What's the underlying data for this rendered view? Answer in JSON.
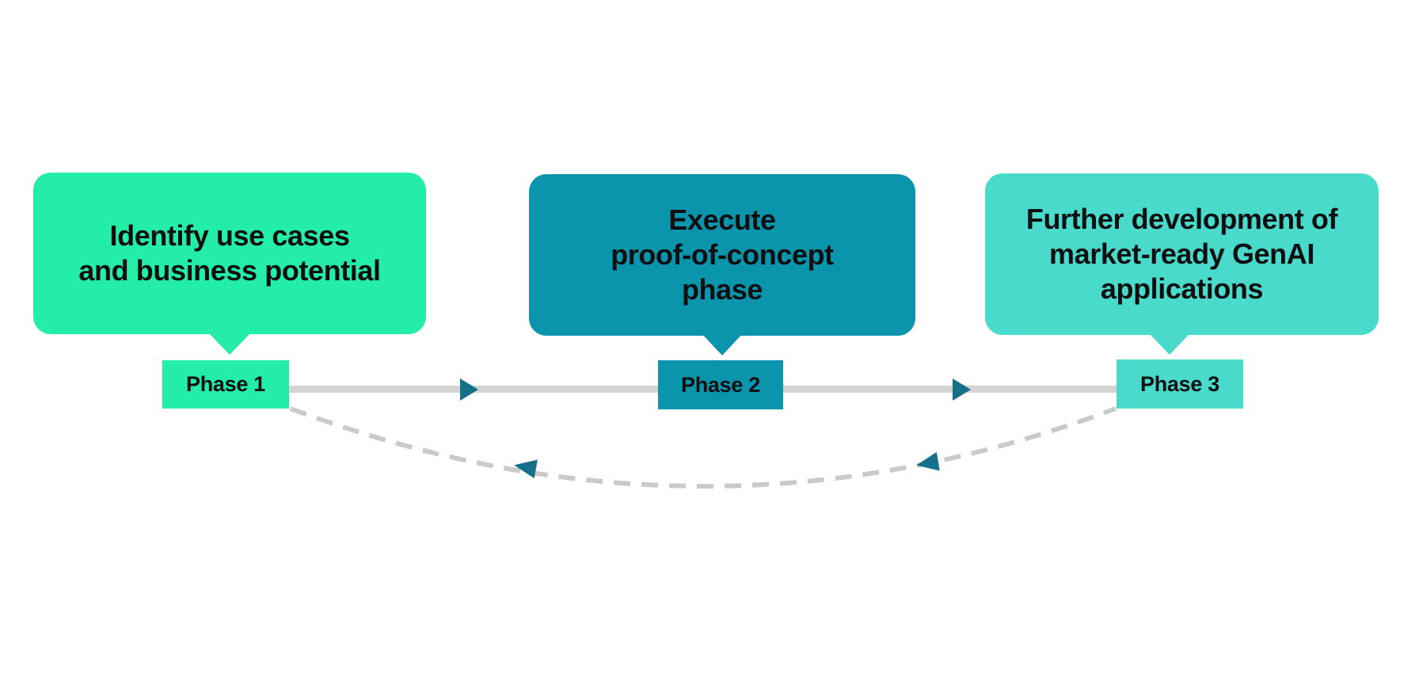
{
  "diagram": {
    "type": "phased-roadmap-timeline",
    "phases": [
      {
        "label": "Phase 1",
        "bubble_lines": [
          "Identify use cases",
          "and business potential"
        ],
        "fill": "#23EDA6"
      },
      {
        "label": "Phase 2",
        "bubble_lines": [
          "Execute",
          "proof-of-concept",
          "phase"
        ],
        "fill": "#0B95AD"
      },
      {
        "label": "Phase 3",
        "bubble_lines": [
          "Further development of",
          "market-ready GenAI",
          "applications"
        ],
        "fill": "#49DACC"
      }
    ],
    "connectors": {
      "forward_line_color": "#D4D4D4",
      "forward_arrow_color": "#15708A",
      "feedback_dash_color": "#C9CBCB",
      "feedback_arrow_color": "#15708A"
    },
    "icons": {
      "forward_arrow": "right-pointing-triangle",
      "feedback_arrow": "left-pointing-triangle",
      "bubble_tail": "down-pointing-triangle"
    },
    "text_color": "#0E0F10",
    "background_color": "#FFFFFF"
  }
}
